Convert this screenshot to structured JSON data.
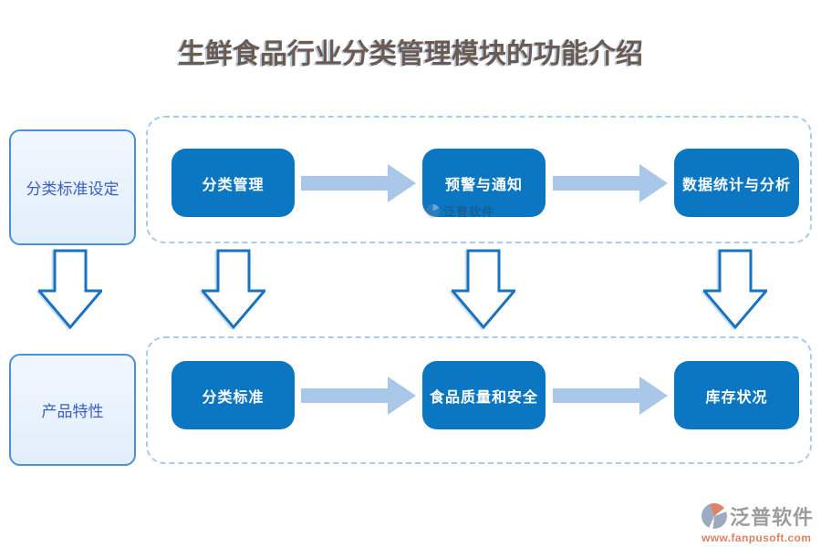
{
  "title": "生鲜食品行业分类管理模块的功能介绍",
  "left_column": {
    "boxes": [
      {
        "label": "分类标准设定"
      },
      {
        "label": "产品特性"
      }
    ]
  },
  "top_flow": {
    "steps": [
      {
        "label": "分类管理"
      },
      {
        "label": "预警与通知"
      },
      {
        "label": "数据统计与分析"
      }
    ]
  },
  "bottom_flow": {
    "steps": [
      {
        "label": "分类标准"
      },
      {
        "label": "食品质量和安全"
      },
      {
        "label": "库存状况"
      }
    ]
  },
  "watermark": {
    "text": "泛普软件"
  },
  "logo": {
    "name": "泛普软件",
    "url": "www.fanpusoft.com"
  },
  "colors": {
    "node_blue": "#0b77c2",
    "connector_blue": "#a9c7e8",
    "outline_blue": "#1a73be",
    "side_box_border": "#4b8fd5",
    "side_box_bg": "#e9f2fc",
    "side_box_text": "#3a5ec4",
    "dashed_border": "#a9cbee",
    "title_text": "#6b5b50",
    "logo_gray": "#9c9c9c",
    "logo_orange": "#dc8262"
  }
}
